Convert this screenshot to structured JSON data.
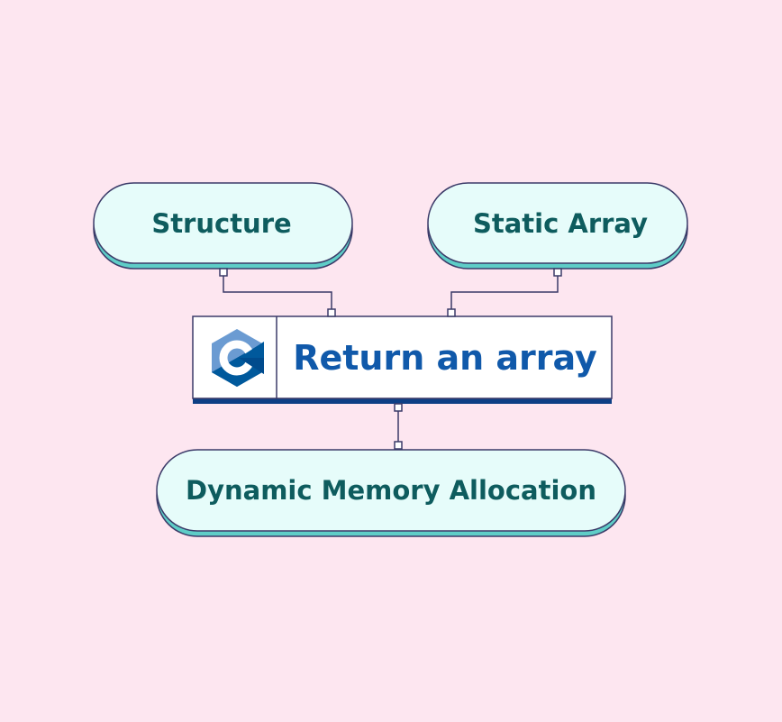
{
  "diagram": {
    "center": {
      "label": "Return an array",
      "icon": "c-language-logo-icon"
    },
    "nodes": [
      {
        "label": "Structure"
      },
      {
        "label": "Static Array"
      },
      {
        "label": "Dynamic Memory Allocation"
      }
    ]
  },
  "colors": {
    "background": "#fde6f0",
    "pill_fill": "#e6fcfa",
    "pill_shadow": "#5ecdc7",
    "outline": "#3b3a68",
    "pill_text": "#0e5c5e",
    "center_text": "#1059aa",
    "center_bar": "#0d3f85"
  }
}
